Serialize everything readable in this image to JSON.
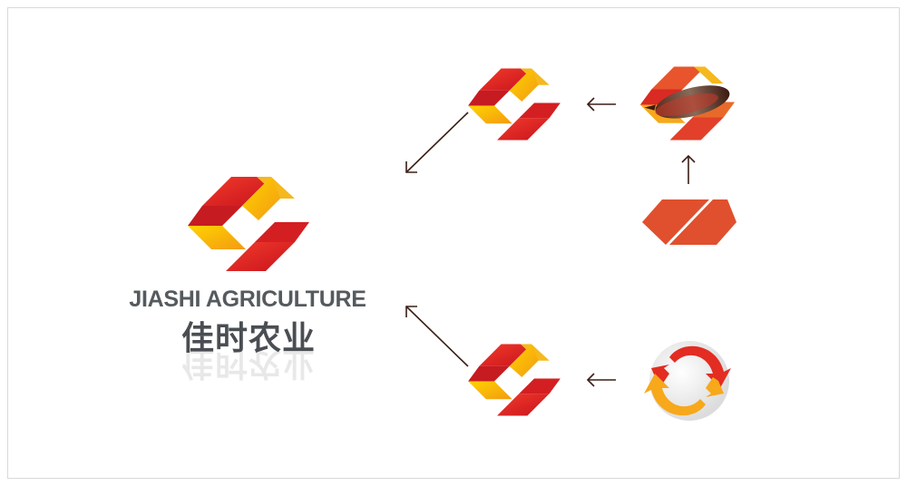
{
  "brand": {
    "name_en": "JIASHI AGRICULTURE",
    "name_cn": "佳时农业"
  },
  "colors": {
    "red": "#e32c22",
    "orange": "#f7a81b",
    "yellow": "#ffd000",
    "text_gray": "#555a5e",
    "arrow_dark": "#3a1e16",
    "slab_red": "#e0502e"
  },
  "icons": [
    "jiashi-logo-main",
    "jiashi-logo-top",
    "jiashi-logo-bottom",
    "seed-logo",
    "parallelogram-shapes",
    "cycle-arrows-sphere"
  ]
}
